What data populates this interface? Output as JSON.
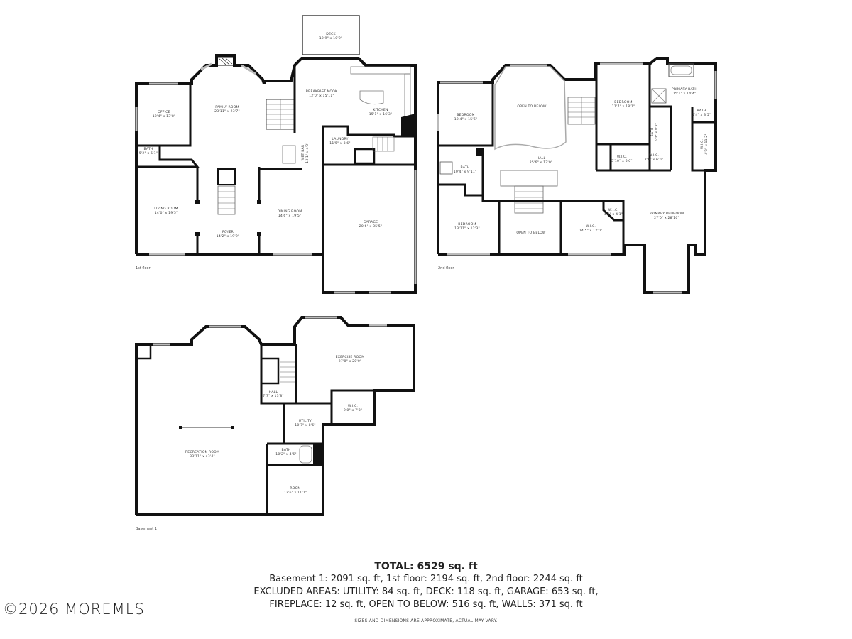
{
  "floors": {
    "first": {
      "label": "1st floor",
      "rooms": [
        {
          "name": "DECK",
          "dim": "12'9\" x 10'9\""
        },
        {
          "name": "FAMILY ROOM",
          "dim": "23'11\" x 23'7\""
        },
        {
          "name": "OFFICE",
          "dim": "12'4\" x 13'8\""
        },
        {
          "name": "BATH",
          "dim": "5'2\" x 5'1\""
        },
        {
          "name": "BREAKFAST NOOK",
          "dim": "12'0\" x 15'11\""
        },
        {
          "name": "KITCHEN",
          "dim": "15'1\" x 16'3\""
        },
        {
          "name": "WET BAR",
          "dim": "13'1\" x 4'9\""
        },
        {
          "name": "LAUNDRY",
          "dim": "11'5\" x 8'6\""
        },
        {
          "name": "LIVING ROOM",
          "dim": "14'0\" x 19'5\""
        },
        {
          "name": "FOYER",
          "dim": "14'2\" x 19'9\""
        },
        {
          "name": "DINING ROOM",
          "dim": "14'6\" x 19'5\""
        },
        {
          "name": "GARAGE",
          "dim": "20'6\" x 35'5\""
        }
      ]
    },
    "second": {
      "label": "2nd floor",
      "rooms": [
        {
          "name": "BEDROOM",
          "dim": "12'4\" x 15'6\""
        },
        {
          "name": "OPEN TO BELOW",
          "dim": ""
        },
        {
          "name": "BEDROOM",
          "dim": "11'7\" x 18'1\""
        },
        {
          "name": "PRIMARY BATH",
          "dim": "15'1\" x 14'4\""
        },
        {
          "name": "BATH",
          "dim": "5'4\" x 3'5\""
        },
        {
          "name": "BATH",
          "dim": "5'0\" x 8'2\""
        },
        {
          "name": "HALL",
          "dim": "25'6\" x 17'0\""
        },
        {
          "name": "BATH",
          "dim": "10'4\" x 9'11\""
        },
        {
          "name": "W.I.C.",
          "dim": "5'10\" x 6'0\""
        },
        {
          "name": "W.I.C.",
          "dim": "7'8\" x 6'0\""
        },
        {
          "name": "W.I.C.",
          "dim": "4'8\" x 11'2\""
        },
        {
          "name": "BEDROOM",
          "dim": "13'11\" x 12'3\""
        },
        {
          "name": "OPEN TO BELOW",
          "dim": ""
        },
        {
          "name": "W.I.C.",
          "dim": "14'5\" x 12'0\""
        },
        {
          "name": "W.I.C.",
          "dim": "4'8\" x 4'1\""
        },
        {
          "name": "PRIMARY BEDROOM",
          "dim": "27'0\" x 28'10\""
        }
      ]
    },
    "basement": {
      "label": "Basement 1",
      "rooms": [
        {
          "name": "RECREATION ROOM",
          "dim": "33'11\" x 43'4\""
        },
        {
          "name": "HALL",
          "dim": "7'7\" x 13'8\""
        },
        {
          "name": "EXERCISE ROOM",
          "dim": "27'0\" x 20'0\""
        },
        {
          "name": "W.I.C.",
          "dim": "9'0\" x 7'8\""
        },
        {
          "name": "UTILITY",
          "dim": "10'7\" x 8'6\""
        },
        {
          "name": "BATH",
          "dim": "10'2\" x 4'6\""
        },
        {
          "name": "ROOM",
          "dim": "12'6\" x 11'1\""
        }
      ]
    }
  },
  "summary": {
    "total": "TOTAL: 6529 sq. ft",
    "line1": "Basement 1: 2091 sq. ft, 1st floor: 2194 sq. ft, 2nd floor: 2244 sq. ft",
    "line2": "EXCLUDED AREAS: UTILITY: 84 sq. ft, DECK: 118 sq. ft, GARAGE: 653 sq. ft,",
    "line3": "FIREPLACE: 12 sq. ft, OPEN TO BELOW: 516 sq. ft, WALLS: 371 sq. ft",
    "disclaimer": "SIZES AND DIMENSIONS ARE APPROXIMATE, ACTUAL MAY VARY."
  },
  "watermark": "©2026 MOREMLS",
  "colors": {
    "wall": "#111111",
    "window": "#bbbbbb",
    "background": "#ffffff"
  }
}
